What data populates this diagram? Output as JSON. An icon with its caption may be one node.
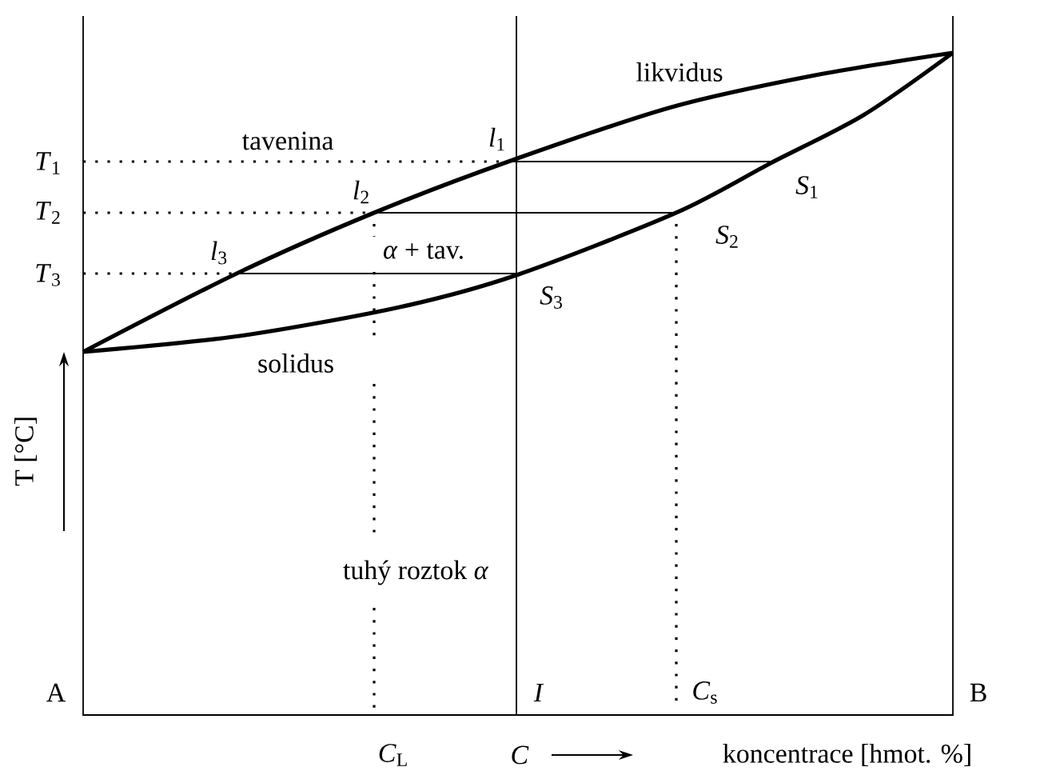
{
  "diagram": {
    "labels": [
      "likvidus",
      "*T*$_{1}$",
      "tavenina",
      "*l*$_{1}$",
      "*S*$_{1}$",
      "*T*$_{2}$",
      "*l*$_{2}$",
      "*S*$_{2}$",
      "*T*$_{3}$",
      "*l*$_{3}$",
      "*α* + tav.",
      "*S*$_{3}$",
      "solidus",
      "T [°C]",
      "tuhý roztok *α*",
      "A",
      "*I*",
      "*C*$_{s}$",
      "B",
      "*C*$_{L}$",
      "*C*",
      "koncentrace [hmot. %]"
    ]
  }
}
